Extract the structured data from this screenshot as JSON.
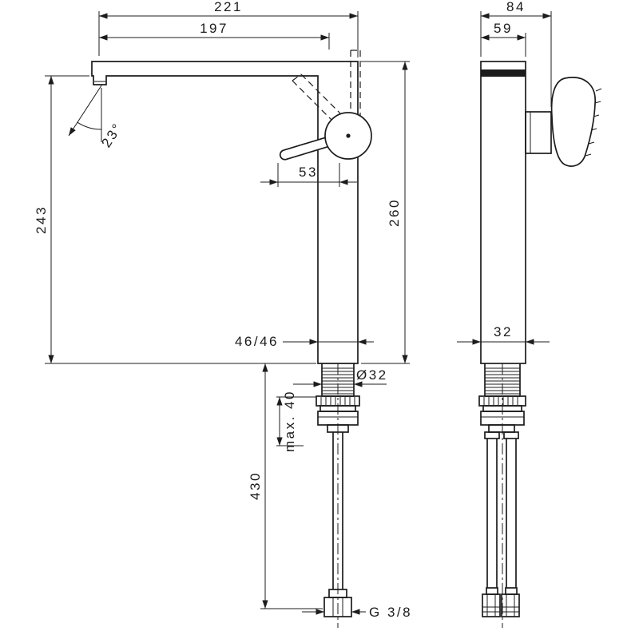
{
  "meta": {
    "type": "technical-dimension-drawing",
    "subject": "single-lever basin mixer",
    "line_color": "#1c1c1c",
    "background": "#ffffff"
  },
  "dims": {
    "total_width": "221",
    "spout_reach": "197",
    "side_total_depth": "84",
    "side_body_depth": "59",
    "spray_angle": "23°",
    "spout_height": "243",
    "lever_length": "53",
    "body_height": "260",
    "body_section": "46/46",
    "side_base_width": "32",
    "shank_diameter": "Ø32",
    "max_deck_thickness": "max. 40",
    "hose_length": "430",
    "connection_thread": "G 3/8"
  }
}
